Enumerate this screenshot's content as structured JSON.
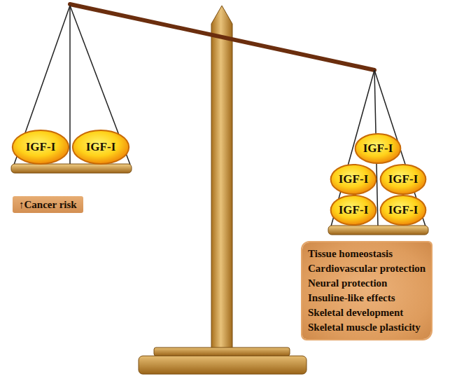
{
  "diagram": {
    "nodes": [
      {
        "text": [
          "IGF-I"
        ]
      },
      {
        "text": [
          "IGF-I"
        ]
      },
      {
        "text": [
          "↑Cancer risk"
        ]
      },
      {
        "text": [
          "IGF-I"
        ]
      },
      {
        "text": [
          "IGF-I"
        ]
      },
      {
        "text": [
          "IGF-I"
        ]
      },
      {
        "text": [
          "IGF-I"
        ]
      },
      {
        "text": [
          "IGF-I"
        ]
      },
      {
        "text": [
          "Tissue homeostasis",
          "Cardiovascular protection",
          "Neural protection",
          "Insuline-like effects",
          "Skeletal development",
          "Skeletal muscle plasticity"
        ]
      }
    ]
  }
}
